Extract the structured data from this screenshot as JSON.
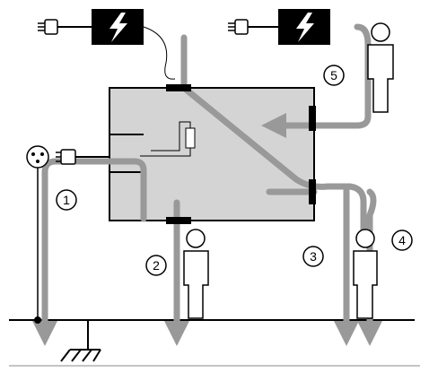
{
  "diagram": {
    "paths": [
      {
        "id": "1",
        "label": "1"
      },
      {
        "id": "2",
        "label": "2"
      },
      {
        "id": "3",
        "label": "3"
      },
      {
        "id": "4",
        "label": "4"
      },
      {
        "id": "5",
        "label": "5"
      }
    ],
    "icons": [
      "power-supply-icon",
      "lightning-icon",
      "plug-icon",
      "outlet-icon",
      "person-icon",
      "ground-symbol-icon",
      "resistor-icon"
    ],
    "colors": {
      "enclosure": "#d4d4d4",
      "current_path": "#999999",
      "outline": "#000000",
      "background": "#ffffff"
    }
  }
}
